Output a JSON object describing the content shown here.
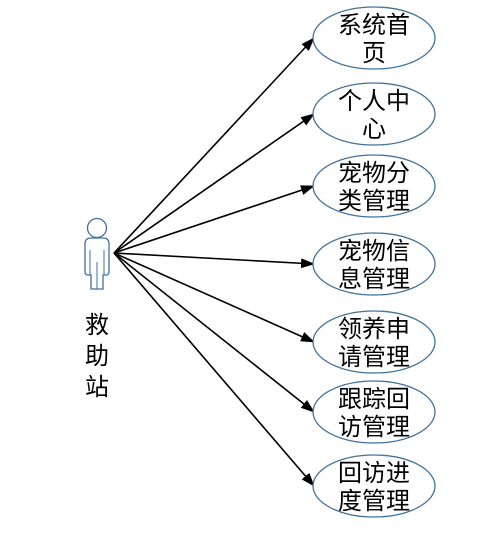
{
  "diagram": {
    "actor": {
      "label_lines": [
        "救",
        "助",
        "站"
      ]
    },
    "use_cases": [
      {
        "lines": [
          "系统首",
          "页"
        ]
      },
      {
        "lines": [
          "个人中",
          "心"
        ]
      },
      {
        "lines": [
          "宠物分",
          "类管理"
        ]
      },
      {
        "lines": [
          "宠物信",
          "息管理"
        ]
      },
      {
        "lines": [
          "领养申",
          "请管理"
        ]
      },
      {
        "lines": [
          "跟踪回",
          "访管理"
        ]
      },
      {
        "lines": [
          "回访进",
          "度管理"
        ]
      }
    ],
    "colors": {
      "ellipse_stroke": "#41719c",
      "actor_stroke": "#41719c",
      "arrow": "#000000",
      "text": "#000000"
    }
  }
}
